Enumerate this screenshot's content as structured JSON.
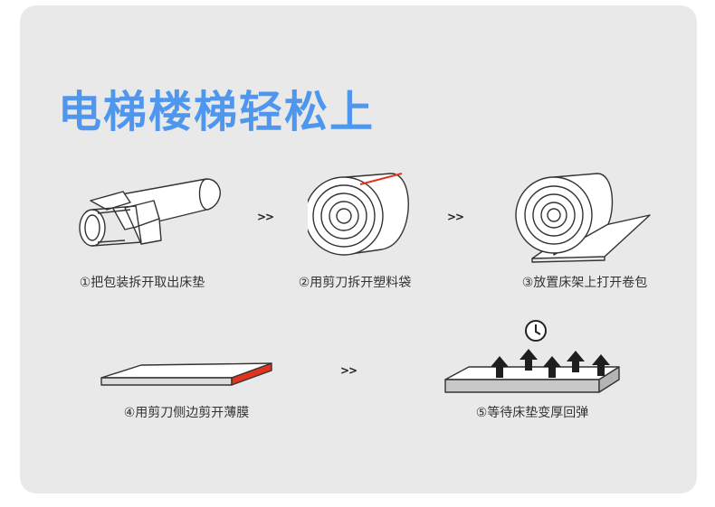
{
  "title": "电梯楼梯轻松上",
  "steps": [
    {
      "label": "①把包装拆开取出床垫"
    },
    {
      "label": "②用剪刀拆开塑料袋"
    },
    {
      "label": "③放置床架上打开卷包"
    },
    {
      "label": "④用剪刀侧边剪开薄膜"
    },
    {
      "label": "⑤等待床垫变厚回弹"
    }
  ],
  "arrow_glyph": ">>",
  "colors": {
    "title": "#4f97ee",
    "accent_red": "#e0341f",
    "card_bg": "#e9e9e9"
  }
}
